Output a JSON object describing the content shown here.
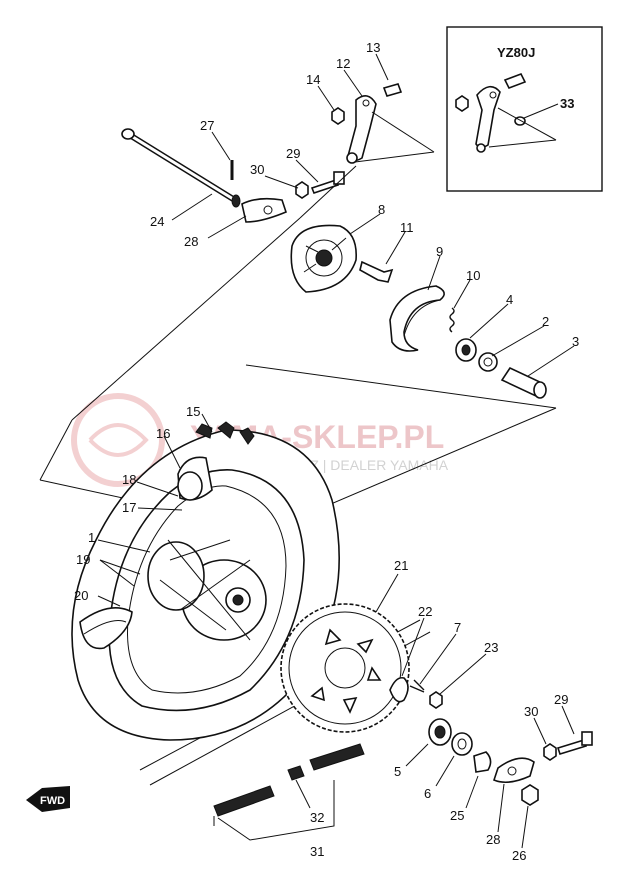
{
  "inset": {
    "title": "YZ80J"
  },
  "watermark": {
    "main": "YAMA-SKLEP.PL",
    "sub": "CHOWICZ | DEALER YAMAHA"
  },
  "direction_marker": "FWD",
  "callouts": {
    "c1": "1",
    "c2": "2",
    "c3": "3",
    "c4": "4",
    "c5": "5",
    "c6": "6",
    "c7": "7",
    "c8": "8",
    "c9": "9",
    "c10": "10",
    "c11": "11",
    "c12": "12",
    "c13": "13",
    "c14": "14",
    "c15": "15",
    "c16": "16",
    "c17": "17",
    "c18": "18",
    "c19": "19",
    "c20": "20",
    "c21": "21",
    "c22": "22",
    "c23": "23",
    "c24": "24",
    "c25": "25",
    "c26": "26",
    "c27": "27",
    "c28a": "28",
    "c28b": "28",
    "c29a": "29",
    "c29b": "29",
    "c30a": "30",
    "c30b": "30",
    "c31": "31",
    "c32": "32",
    "c33": "33"
  }
}
